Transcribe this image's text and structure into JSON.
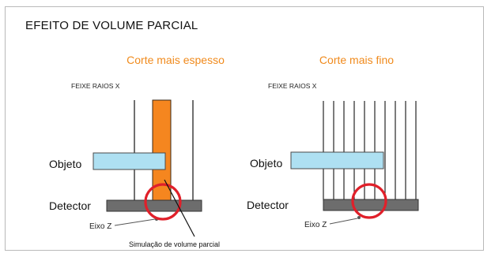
{
  "title": "EFEITO DE VOLUME PARCIAL",
  "colors": {
    "beam_fill": "#f5861f",
    "object_fill": "#aee0f2",
    "detector_fill": "#6d6d6d",
    "circle_stroke": "#e0202a",
    "subtitle_text": "#f08a1c"
  },
  "panels": [
    {
      "subtitle": "Corte mais espesso",
      "beam_label": "FEIXE RAIOS X",
      "object_label": "Objeto",
      "detector_label": "Detector",
      "axis_label": "Eixo Z"
    },
    {
      "subtitle": "Corte mais fino",
      "beam_label": "FEIXE RAIOS X",
      "object_label": "Objeto",
      "detector_label": "Detector",
      "axis_label": "Eixo Z"
    }
  ],
  "annotation": "Simulação de volume parcial"
}
